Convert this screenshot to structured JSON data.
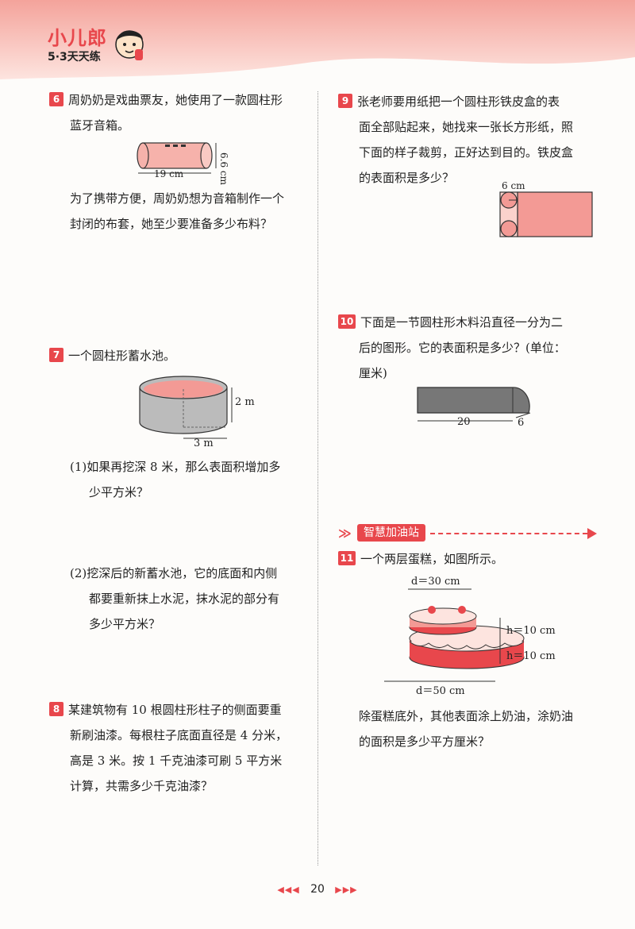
{
  "header": {
    "logo_title": "小儿郎",
    "logo_subtitle": "5·3天天练"
  },
  "q6": {
    "number": "6",
    "lines": [
      "周奶奶是戏曲票友，她使用了一款圆柱形",
      "蓝牙音箱。"
    ],
    "figure": {
      "length_label": "19 cm",
      "height_label": "6.6 cm"
    },
    "after_lines": [
      "为了携带方便，周奶奶想为音箱制作一个",
      "封闭的布套，她至少要准备多少布料？"
    ]
  },
  "q7": {
    "number": "7",
    "lines": [
      "一个圆柱形蓄水池。"
    ],
    "figure": {
      "height_label": "2 m",
      "radius_label": "3 m"
    },
    "part1": [
      "(1)如果再挖深 8 米，那么表面积增加多",
      "少平方米？"
    ],
    "part2": [
      "(2)挖深后的新蓄水池，它的底面和内侧",
      "都要重新抹上水泥，抹水泥的部分有",
      "多少平方米？"
    ]
  },
  "q8": {
    "number": "8",
    "lines": [
      "某建筑物有 10 根圆柱形柱子的侧面要重",
      "新刷油漆。每根柱子底面直径是 4 分米，",
      "高是 3 米。按 1 千克油漆可刷 5 平方米",
      "计算，共需多少千克油漆？"
    ]
  },
  "q9": {
    "number": "9",
    "lines": [
      "张老师要用纸把一个圆柱形铁皮盒的表",
      "面全部贴起来，她找来一张长方形纸，照",
      "下面的样子裁剪，正好达到目的。铁皮盒",
      "的表面积是多少？"
    ],
    "figure": {
      "dimension_label": "6 cm"
    }
  },
  "q10": {
    "number": "10",
    "lines": [
      "下面是一节圆柱形木料沿直径一分为二",
      "后的图形。它的表面积是多少？(单位：",
      "厘米)"
    ],
    "figure": {
      "length_label": "20",
      "radius_label": "6"
    }
  },
  "section": {
    "title": "智慧加油站"
  },
  "q11": {
    "number": "11",
    "lines": [
      "一个两层蛋糕，如图所示。"
    ],
    "figure": {
      "top_diameter": "d＝30 cm",
      "bottom_diameter": "d＝50 cm",
      "top_height": "h＝10 cm",
      "bottom_height": "h＝10 cm"
    },
    "after_lines": [
      "除蛋糕底外，其他表面涂上奶油，涂奶油",
      "的面积是多少平方厘米？"
    ]
  },
  "footer": {
    "page_number": "20"
  },
  "colors": {
    "accent": "#e8474c",
    "pink": "#f39a95",
    "band": "#fbd2cc"
  }
}
